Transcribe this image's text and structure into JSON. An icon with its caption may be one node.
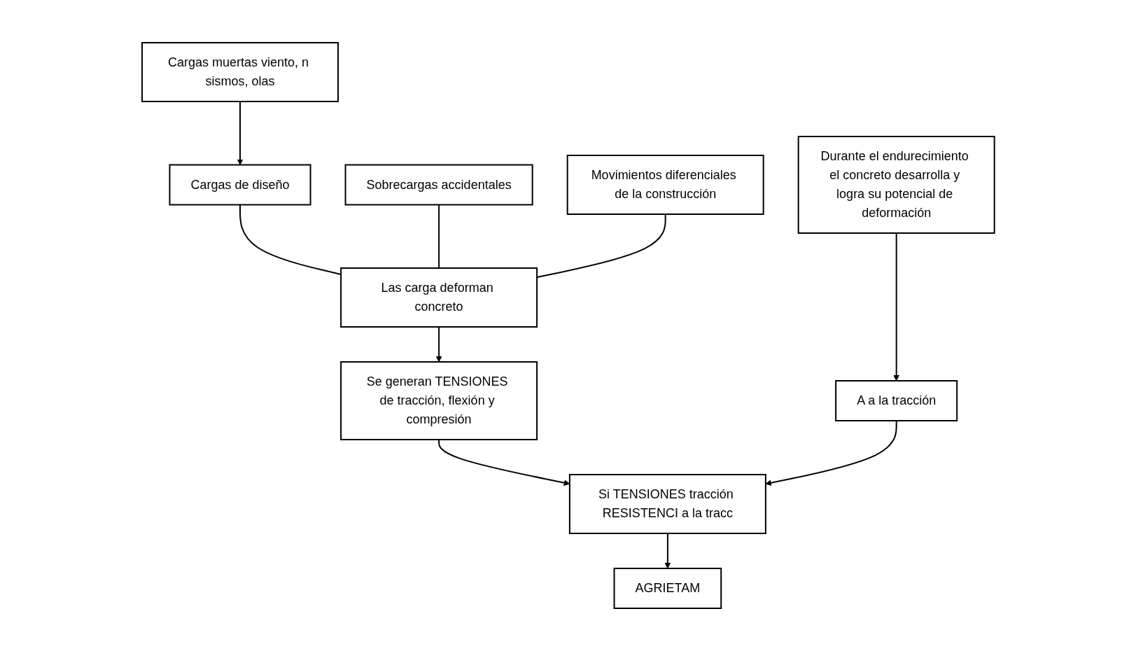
{
  "diagram": {
    "nodes": [
      {
        "text": [
          "Cargas muertas viento, n sismos, olas"
        ]
      },
      {
        "text": [
          "Cargas de diseño"
        ]
      },
      {
        "text": [
          "Sobrecargas accidentales"
        ]
      },
      {
        "text": [
          "Movimientos diferenciales de la construcción"
        ]
      },
      {
        "text": [
          "Las carga deforman concreto"
        ]
      },
      {
        "text": [
          "Se generan TENSIONES de tracción, flexión y compresión"
        ]
      },
      {
        "text": [
          "Si TENSIONES tracción RESISTENCI a la tracc"
        ]
      },
      {
        "text": [
          "Durante el endurecimiento el concreto desarrolla y logra su potencial de deformación"
        ]
      },
      {
        "text": [
          "A a la tracción"
        ]
      },
      {
        "text": [
          "AGRIETAM"
        ]
      }
    ],
    "edges": [
      {
        "from": 0,
        "to": 1,
        "arrow": "to"
      },
      {
        "from": 1,
        "to": 4,
        "arrow": "none"
      },
      {
        "from": 2,
        "to": 4,
        "arrow": "none"
      },
      {
        "from": 3,
        "to": 4,
        "arrow": "none"
      },
      {
        "from": 4,
        "to": 5,
        "arrow": "to"
      },
      {
        "from": 5,
        "to": 6,
        "arrow": "to"
      },
      {
        "from": 8,
        "to": 6,
        "arrow": "to"
      },
      {
        "from": 7,
        "to": 8,
        "arrow": "to"
      },
      {
        "from": 6,
        "to": 9,
        "arrow": "to"
      }
    ]
  }
}
